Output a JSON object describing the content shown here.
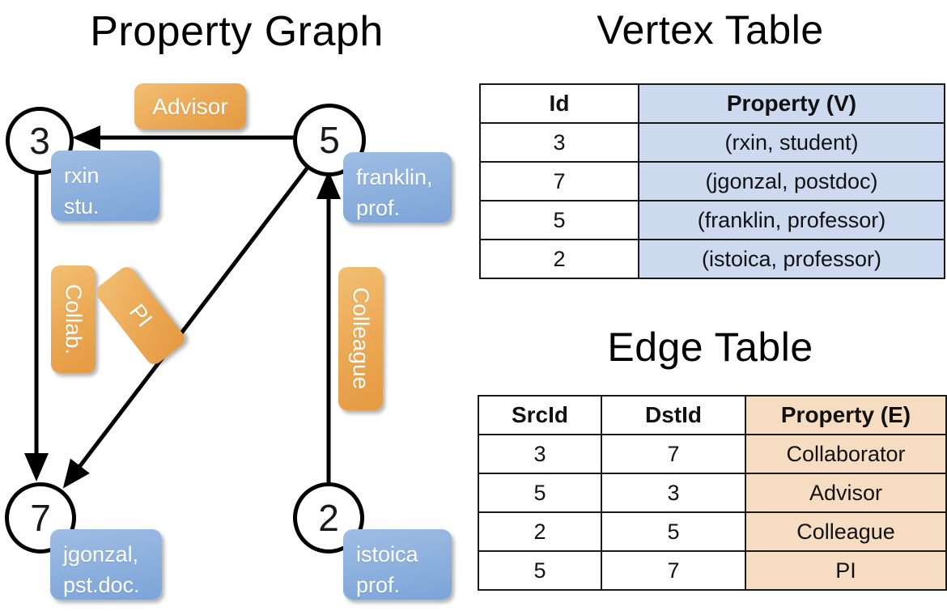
{
  "graph_panel": {
    "title": "Property Graph",
    "nodes": [
      {
        "id": "3",
        "property_label": "rxin\nstu."
      },
      {
        "id": "5",
        "property_label": "franklin,\nprof."
      },
      {
        "id": "7",
        "property_label": "jgonzal,\npst.doc."
      },
      {
        "id": "2",
        "property_label": "istoica\nprof."
      }
    ],
    "node_labels": {
      "n3_line1": "rxin",
      "n3_line2": "stu.",
      "n5_line1": "franklin,",
      "n5_line2": "prof.",
      "n7_line1": "jgonzal,",
      "n7_line2": "pst.doc.",
      "n2_line1": "istoica",
      "n2_line2": "prof."
    },
    "edge_labels": {
      "advisor": "Advisor",
      "collab": "Collab.",
      "pi": "PI",
      "colleague": "Colleague"
    },
    "edges": [
      {
        "from": "5",
        "to": "3",
        "label": "Advisor"
      },
      {
        "from": "3",
        "to": "7",
        "label": "Collab."
      },
      {
        "from": "5",
        "to": "7",
        "label": "PI"
      },
      {
        "from": "2",
        "to": "5",
        "label": "Colleague"
      }
    ]
  },
  "vertex_table": {
    "title": "Vertex Table",
    "headers": [
      "Id",
      "Property (V)"
    ],
    "rows": [
      {
        "id": "3",
        "property": "(rxin, student)"
      },
      {
        "id": "7",
        "property": "(jgonzal, postdoc)"
      },
      {
        "id": "5",
        "property": "(franklin, professor)"
      },
      {
        "id": "2",
        "property": "(istoica, professor)"
      }
    ]
  },
  "edge_table": {
    "title": "Edge Table",
    "headers": [
      "SrcId",
      "DstId",
      "Property (E)"
    ],
    "rows": [
      {
        "src": "3",
        "dst": "7",
        "property": "Collaborator"
      },
      {
        "src": "5",
        "dst": "3",
        "property": "Advisor"
      },
      {
        "src": "2",
        "dst": "5",
        "property": "Colleague"
      },
      {
        "src": "5",
        "dst": "7",
        "property": "PI"
      }
    ]
  },
  "colors": {
    "vertex_property_fill": "#ccd9ef",
    "edge_property_fill": "#f6ddc2",
    "node_box_blue": "#8fb2de",
    "edge_label_orange": "#eca955",
    "stroke": "#000000",
    "background": "#ffffff"
  }
}
